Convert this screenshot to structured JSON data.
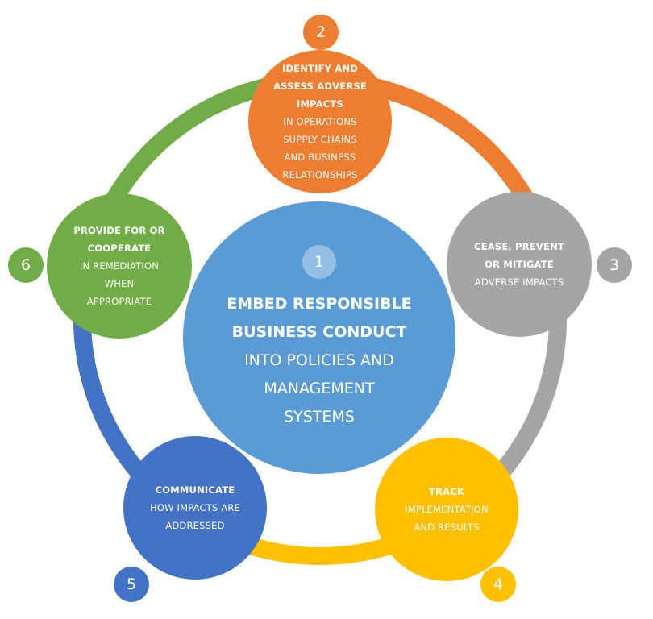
{
  "colors": {
    "center": "#5b9bd5",
    "step2": "#ed7d31",
    "step3": "#a5a5a5",
    "step4": "#ffc000",
    "step5": "#4472c4",
    "step6": "#70ad47"
  },
  "center": {
    "number": "1",
    "title_lines": [
      "EMBED RESPONSIBLE",
      "BUSINESS CONDUCT"
    ],
    "body_lines": [
      "INTO POLICIES AND",
      "MANAGEMENT",
      "SYSTEMS"
    ]
  },
  "steps": [
    {
      "number": "2",
      "title_lines": [
        "IDENTIFY AND",
        "ASSESS ADVERSE",
        "IMPACTS"
      ],
      "body_lines": [
        "IN OPERATIONS",
        "SUPPLY CHAINS",
        "AND BUSINESS",
        "RELATIONSHIPS"
      ]
    },
    {
      "number": "3",
      "title_lines": [
        "CEASE, PREVENT",
        "OR MITIGATE"
      ],
      "body_lines": [
        "ADVERSE IMPACTS"
      ]
    },
    {
      "number": "4",
      "title_lines": [
        "TRACK"
      ],
      "body_lines": [
        "IMPLEMENTATION",
        "AND RESULTS"
      ]
    },
    {
      "number": "5",
      "title_lines": [
        "COMMUNICATE"
      ],
      "body_lines": [
        "HOW IMPACTS ARE",
        "ADDRESSED"
      ]
    },
    {
      "number": "6",
      "title_lines": [
        "PROVIDE FOR OR",
        "COOPERATE"
      ],
      "body_lines": [
        "IN REMEDIATION",
        "WHEN",
        "APPROPRIATE"
      ]
    }
  ]
}
